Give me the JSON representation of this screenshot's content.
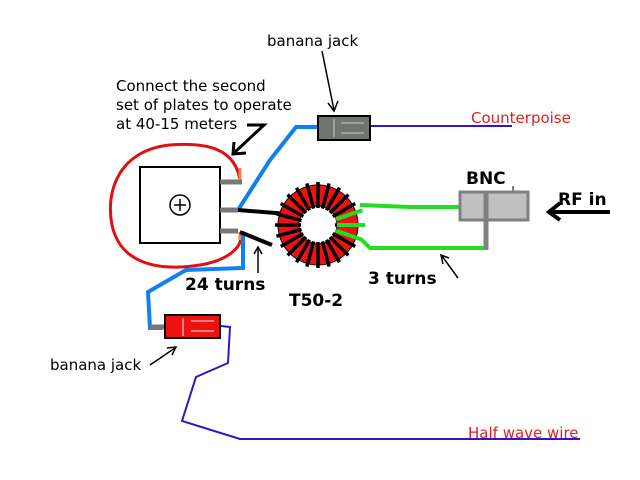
{
  "labels": {
    "banana_jack_top": "banana jack",
    "note_line1": "Connect the second",
    "note_line2": "set of plates to operate",
    "note_line3": "at 40-15 meters",
    "counterpoise": "Counterpoise",
    "bnc": "BNC",
    "rf_in": "RF in",
    "turns_24": "24 turns",
    "toroid": "T50-2",
    "turns_3": "3 turns",
    "banana_jack_bottom": "banana jack",
    "half_wave_wire": "Half wave wire"
  },
  "components": {
    "variable_capacitor_symbol": "⊕",
    "toroid_core": "T50-2",
    "primary_turns": 3,
    "secondary_turns": 24
  },
  "colors": {
    "capacitor_loop": "#e01010",
    "blue_wire": "#1080f0",
    "purple_wire": "#3a10c8",
    "green_wire": "#22dd22",
    "toroid": "#ee1111",
    "jack_top": "#707570",
    "jack_bottom": "#ee1111",
    "bnc_body": "#c0c0c0",
    "red_text": "#dd2020"
  }
}
